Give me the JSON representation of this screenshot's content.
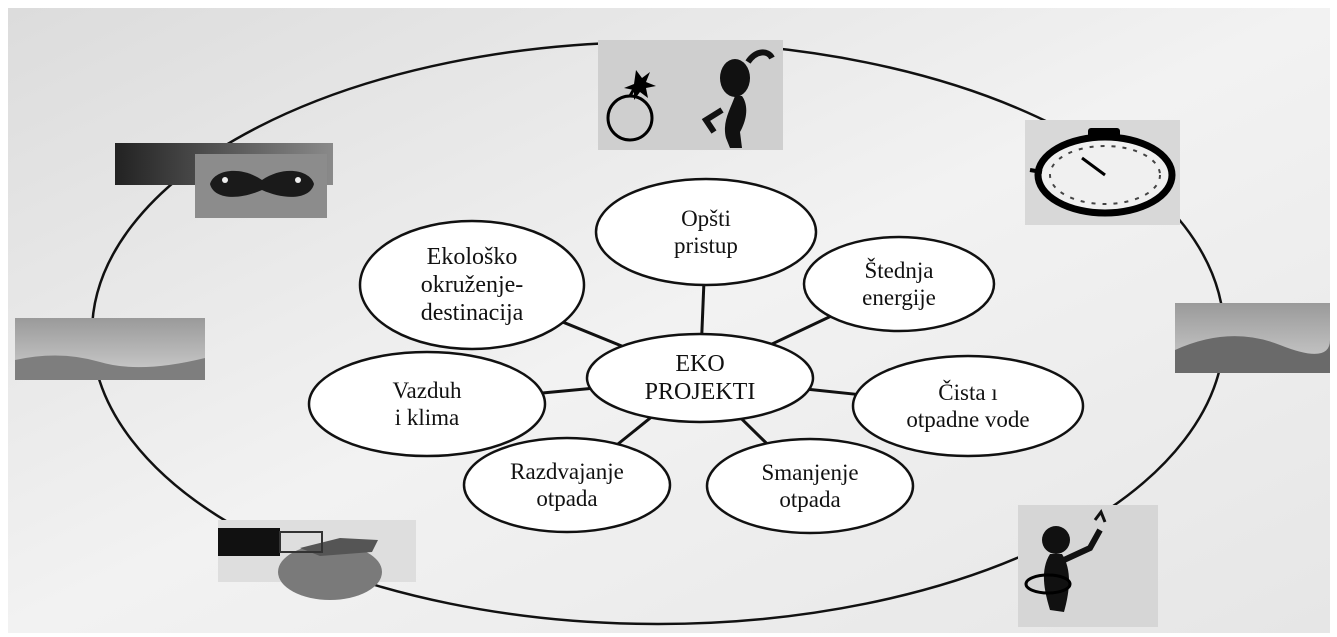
{
  "diagram": {
    "center": {
      "id": "eko-projekti",
      "label": "EKO\nPROJEKTI"
    },
    "nodes": [
      {
        "id": "opsti-pristup",
        "label": "Opšti\npristup"
      },
      {
        "id": "stednja-energije",
        "label": "Štednja\nenergije"
      },
      {
        "id": "cista-otpadne-vode",
        "label": "Čista ı\notpadne vode"
      },
      {
        "id": "smanjenje-otpada",
        "label": "Smanjenje\notpada"
      },
      {
        "id": "razdvajanje-otpada",
        "label": "Razdvajanje\notpada"
      },
      {
        "id": "vazduh-klima",
        "label": "Vazduh\ni klima"
      },
      {
        "id": "ekolosko-okruzenje",
        "label": "Ekološko\nokruženje-\ndestinacija"
      }
    ],
    "pictures": [
      {
        "id": "bomb-and-thinker",
        "icon": "bomb-thinker-icon"
      },
      {
        "id": "stopwatch",
        "icon": "stopwatch-icon"
      },
      {
        "id": "landscape-right",
        "icon": "landscape-icon"
      },
      {
        "id": "figure-with-tray",
        "icon": "figure-icon"
      },
      {
        "id": "bomb-hand",
        "icon": "bomb-hand-icon"
      },
      {
        "id": "landscape-left",
        "icon": "landscape-icon"
      },
      {
        "id": "butterfly",
        "icon": "butterfly-icon"
      }
    ]
  }
}
